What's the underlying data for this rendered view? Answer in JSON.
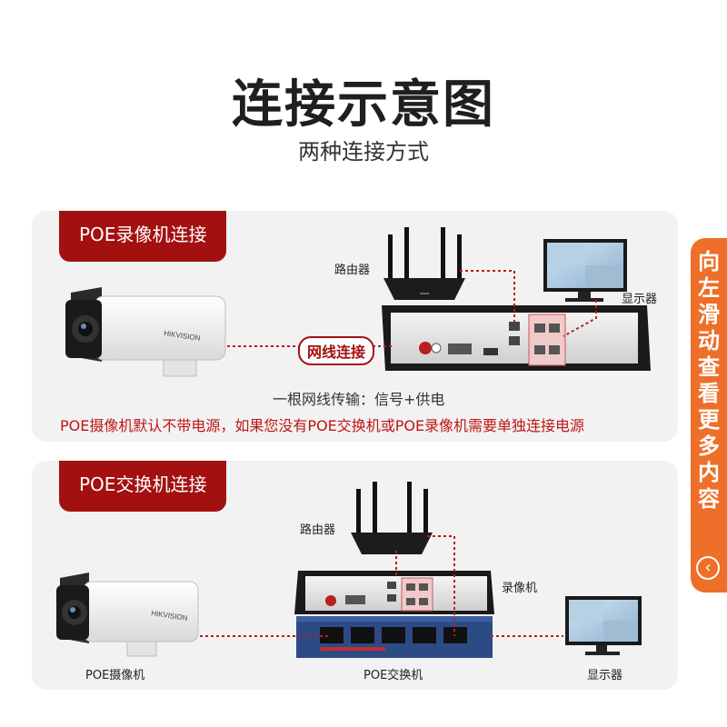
{
  "header": {
    "title": "连接示意图",
    "subtitle": "两种连接方式"
  },
  "section1": {
    "tag": "POE录像机连接",
    "router_label": "路由器",
    "monitor_label": "显示器",
    "cable_label": "网线连接",
    "note": "一根网线传输：信号+供电",
    "warning": "POE摄像机默认不带电源，如果您没有POE交换机或POE录像机需要单独连接电源",
    "camera_brand": "HIKVISION"
  },
  "section2": {
    "tag": "POE交换机连接",
    "router_label": "路由器",
    "nvr_label": "录像机",
    "camera_label": "POE摄像机",
    "switch_label": "POE交换机",
    "monitor_label": "显示器",
    "camera_brand": "HIKVISION"
  },
  "side_tab": {
    "text": "向左滑动查看更多内容",
    "arrow_icon": "chevron-left-circle-icon"
  },
  "colors": {
    "accent_red": "#a31010",
    "warning_red": "#c01515",
    "side_orange": "#ee6f29",
    "panel_bg": "#f2f2f2"
  }
}
